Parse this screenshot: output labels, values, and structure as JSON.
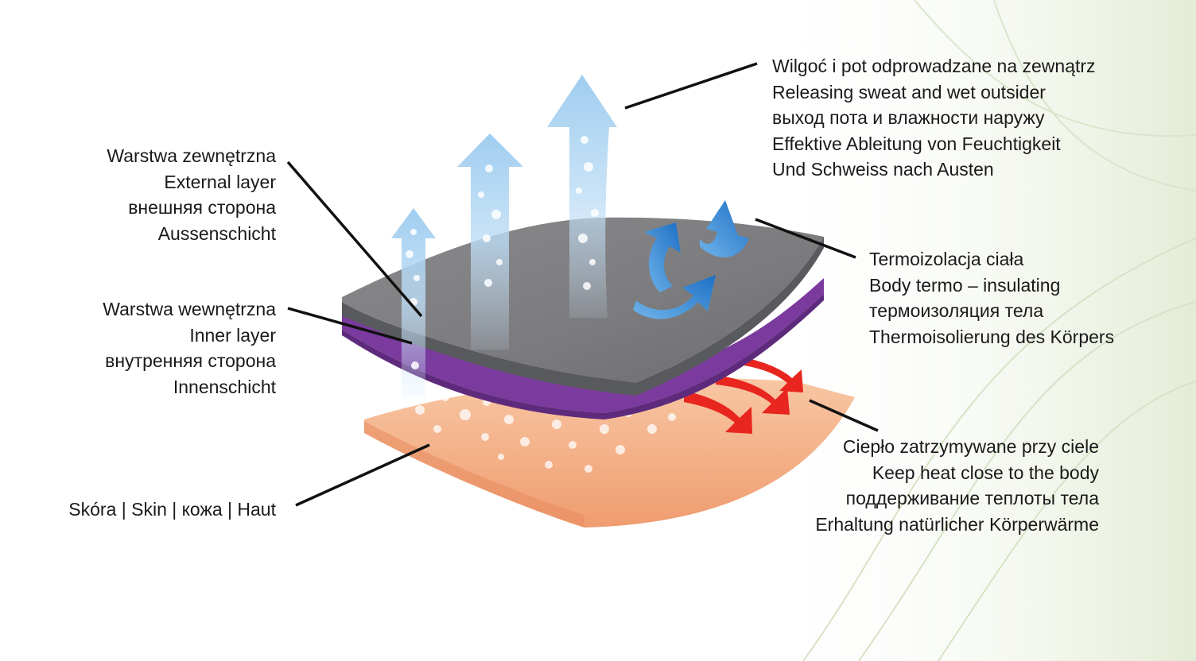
{
  "colors": {
    "outer_layer": "#7d7d80",
    "inner_layer": "#7b3a9e",
    "skin": "#f4b48e",
    "moisture_arrow": "#a9d3f2",
    "thermo_arrow": "#2a7fd0",
    "heat_arrow": "#e8261f",
    "leader_line": "#111111",
    "background_pattern": "#e3ecd6"
  },
  "labels": {
    "outer_layer": [
      "Warstwa zewnętrzna",
      "External layer",
      "внешняя сторона",
      "Aussenschicht"
    ],
    "inner_layer": [
      "Warstwa wewnętrzna",
      "Inner layer",
      "внутренняя сторона",
      "Innenschicht"
    ],
    "skin": [
      "Skóra | Skin | кожа | Haut"
    ],
    "moisture": [
      "Wilgoć i pot odprowadzane na zewnątrz",
      "Releasing sweat and wet outsider",
      "выход пота и влажности наружу",
      "Effektive Ableitung von Feuchtigkeit",
      "Und Schweiss nach Austen"
    ],
    "thermo": [
      "Termoizolacja ciała",
      "Body termo – insulating",
      "термоизоляция тела",
      "Thermoisolierung des Körpers"
    ],
    "heat": [
      "Ciepło zatrzymywane przy ciele",
      "Keep heat close to the body",
      "поддерживание теплоты тела",
      "Erhaltung natürlicher Körperwärme"
    ]
  }
}
